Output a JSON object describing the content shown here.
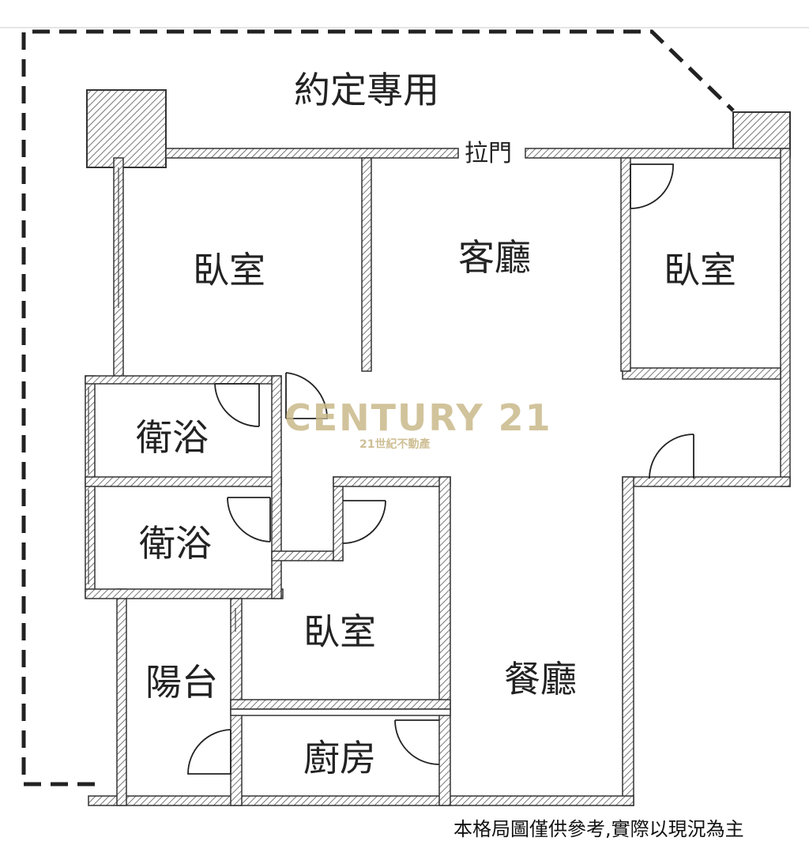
{
  "plan": {
    "reserved_area_label": "約定專用",
    "sliding_door_label": "拉門",
    "rooms": {
      "bedroom_top_left": "臥室",
      "living_room": "客廳",
      "bedroom_right": "臥室",
      "bathroom_1": "衛浴",
      "bathroom_2": "衛浴",
      "bedroom_center": "臥室",
      "balcony": "陽台",
      "dining_room": "餐廳",
      "kitchen": "廚房"
    }
  },
  "watermark": {
    "brand": "CENTURY 21",
    "tagline": "21世紀不動產",
    "color": "#c9b98a"
  },
  "footer": {
    "disclaimer": "本格局圖僅供參考,實際以現況為主"
  },
  "colors": {
    "wall": "#333333",
    "hatch": "#555555",
    "background": "#ffffff"
  }
}
